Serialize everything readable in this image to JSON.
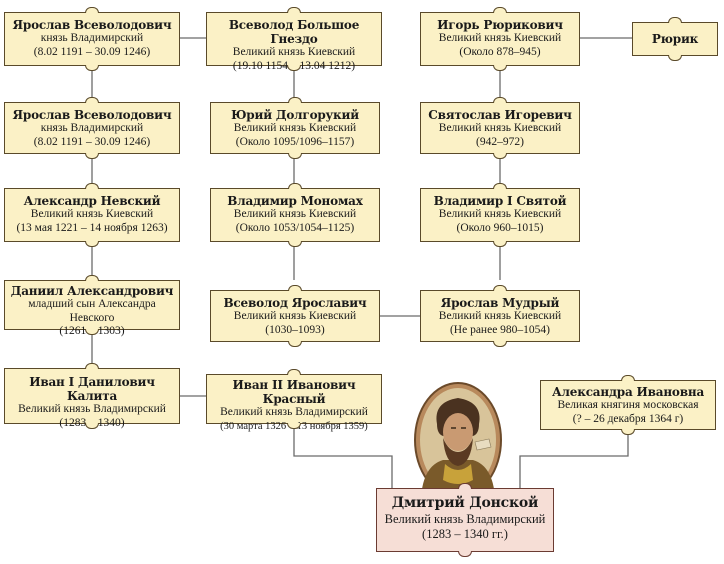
{
  "nodes": [
    {
      "id": "yaroslav-vsevolodovich-1",
      "name": "Ярослав Всеволодович",
      "title": "князь Владимирский",
      "dates": "(8.02 1191 – 30.09 1246)"
    },
    {
      "id": "vsevolod-bolshoe-gnezdo",
      "name": "Всеволод Большое Гнездо",
      "title": "Великий князь Киевский",
      "dates": "(19.10 1154 – 13.04 1212)"
    },
    {
      "id": "igor-ryurikovich",
      "name": "Игорь Рюрикович",
      "title": "Великий князь Киевский",
      "dates": "(Около 878–945)"
    },
    {
      "id": "ryurik",
      "name": "Рюрик",
      "title": "",
      "dates": ""
    },
    {
      "id": "yaroslav-vsevolodovich-2",
      "name": "Ярослав Всеволодович",
      "title": "князь Владимирский",
      "dates": "(8.02 1191 – 30.09 1246)"
    },
    {
      "id": "yuriy-dolgorukiy",
      "name": "Юрий Долгорукий",
      "title": "Великий князь Киевский",
      "dates": "(Около 1095/1096–1157)"
    },
    {
      "id": "svyatoslav-igorevich",
      "name": "Святослав Игоревич",
      "title": "Великий князь Киевский",
      "dates": "(942–972)"
    },
    {
      "id": "aleksandr-nevskiy",
      "name": "Александр Невский",
      "title": "Великий князь Киевский",
      "dates": "(13 мая 1221 – 14 ноября 1263)"
    },
    {
      "id": "vladimir-monomakh",
      "name": "Владимир Мономах",
      "title": "Великий князь Киевский",
      "dates": "(Около 1053/1054–1125)"
    },
    {
      "id": "vladimir-svyatoy",
      "name": "Владимир I Святой",
      "title": "Великий князь Киевский",
      "dates": "(Около 960–1015)"
    },
    {
      "id": "daniil-aleksandrovich",
      "name": "Даниил Александрович",
      "title": "младший сын Александра Невского",
      "dates": "(1261 – 1303)"
    },
    {
      "id": "vsevolod-yaroslavich",
      "name": "Всеволод Ярославич",
      "title": "Великий князь Киевский",
      "dates": "(1030–1093)"
    },
    {
      "id": "yaroslav-mudryy",
      "name": "Ярослав Мудрый",
      "title": "Великий князь Киевский",
      "dates": "(Не ранее 980–1054)"
    },
    {
      "id": "ivan-kalita",
      "name": "Иван I Данилович Калита",
      "title": "Великий князь Владимирский",
      "dates": "(1283 – 1340)"
    },
    {
      "id": "ivan-krasnyy",
      "name": "Иван II Иванович Красный",
      "title": "Великий князь Владимирский",
      "dates": "(30 марта 1326 – 13 ноября 1359)"
    },
    {
      "id": "aleksandra-ivanovna",
      "name": "Александра Ивановна",
      "title": "Великая княгиня московская",
      "dates": "(? – 26 декабря 1364 г)"
    },
    {
      "id": "dmitriy-donskoy",
      "name": "Дмитрий Донской",
      "title": "Великий князь Владимирский",
      "dates": "(1283 – 1340 гг.)"
    }
  ],
  "connections": [
    {
      "from": "yaroslav-vsevolodovich-1",
      "to": "vsevolod-bolshoe-gnezdo"
    },
    {
      "from": "igor-ryurikovich",
      "to": "ryurik"
    },
    {
      "from": "yaroslav-vsevolodovich-1",
      "to": "yaroslav-vsevolodovich-2"
    },
    {
      "from": "yaroslav-vsevolodovich-2",
      "to": "aleksandr-nevskiy"
    },
    {
      "from": "aleksandr-nevskiy",
      "to": "daniil-aleksandrovich"
    },
    {
      "from": "daniil-aleksandrovich",
      "to": "ivan-kalita"
    },
    {
      "from": "ivan-kalita",
      "to": "ivan-krasnyy"
    },
    {
      "from": "vsevolod-bolshoe-gnezdo",
      "to": "yuriy-dolgorukiy"
    },
    {
      "from": "yuriy-dolgorukiy",
      "to": "vladimir-monomakh"
    },
    {
      "from": "vladimir-monomakh",
      "to": "vsevolod-yaroslavich"
    },
    {
      "from": "vsevolod-yaroslavich",
      "to": "yaroslav-mudryy"
    },
    {
      "from": "igor-ryurikovich",
      "to": "svyatoslav-igorevich"
    },
    {
      "from": "svyatoslav-igorevich",
      "to": "vladimir-svyatoy"
    },
    {
      "from": "vladimir-svyatoy",
      "to": "yaroslav-mudryy"
    },
    {
      "from": "ivan-krasnyy",
      "to": "dmitriy-donskoy"
    },
    {
      "from": "aleksandra-ivanovna",
      "to": "dmitriy-donskoy"
    }
  ],
  "colors": {
    "box_fill": "#fbf1c6",
    "box_border": "#5a4a2a",
    "main_fill": "#f6ded6",
    "main_border": "#6b3b32",
    "line": "#6b6b6b"
  }
}
